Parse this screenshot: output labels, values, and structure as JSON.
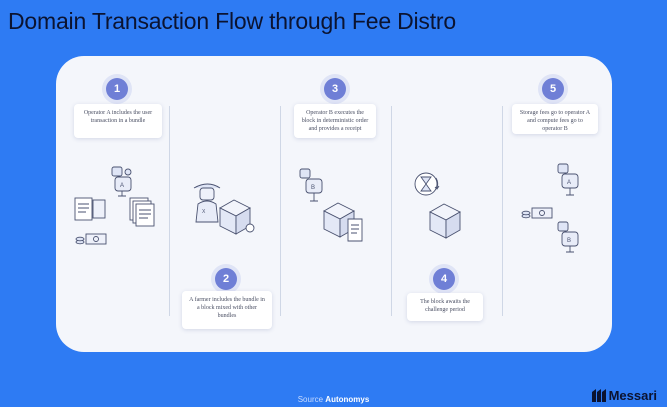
{
  "title": "Domain Transaction Flow through Fee Distro",
  "steps": [
    {
      "number": "1",
      "text": "Operator A includes the user transaction in a bundle"
    },
    {
      "number": "2",
      "text": "A farmer includes the bundle in a block mixed with other bundles"
    },
    {
      "number": "3",
      "text": "Operator B executes the block in deterministic order and provides a receipt"
    },
    {
      "number": "4",
      "text": "The block awaits the challenge period"
    },
    {
      "number": "5",
      "text": "Storage fees go to operator A and compute fees go to operator B"
    }
  ],
  "footer": {
    "source_label": "Source",
    "source_name": "Autonomys"
  },
  "brand": "Messari",
  "colors": {
    "background": "#2E7BF3",
    "card": "#f4f6fb",
    "badge": "#6f7fd6"
  }
}
